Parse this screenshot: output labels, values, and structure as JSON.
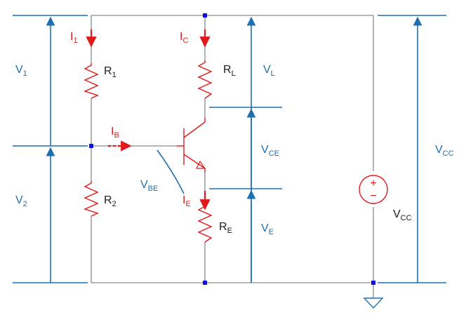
{
  "voltage_labels": {
    "v1": {
      "main": "V",
      "sub": "1"
    },
    "v2": {
      "main": "V",
      "sub": "2"
    },
    "vl": {
      "main": "V",
      "sub": "L"
    },
    "vce": {
      "main": "V",
      "sub": "CE"
    },
    "ve": {
      "main": "V",
      "sub": "E"
    },
    "vbe": {
      "main": "V",
      "sub": "BE"
    },
    "vcc_right": {
      "main": "V",
      "sub": "CC"
    }
  },
  "current_labels": {
    "i1": {
      "main": "I",
      "sub": "1"
    },
    "ic": {
      "main": "I",
      "sub": "C"
    },
    "ib": {
      "main": "I",
      "sub": "B"
    },
    "ie": {
      "main": "I",
      "sub": "E"
    }
  },
  "component_labels": {
    "r1": {
      "main": "R",
      "sub": "1"
    },
    "r2": {
      "main": "R",
      "sub": "2"
    },
    "rl": {
      "main": "R",
      "sub": "L"
    },
    "re": {
      "main": "R",
      "sub": "E"
    },
    "vcc_source": {
      "main": "V",
      "sub": "CC"
    }
  },
  "source_symbols": {
    "plus": "+",
    "minus": "−"
  },
  "colors": {
    "voltage": "#1f6fae",
    "current": "#e0191b",
    "wire": "#8c8c8c",
    "node": "#1010e0",
    "component_text": "#1a1a1a"
  }
}
